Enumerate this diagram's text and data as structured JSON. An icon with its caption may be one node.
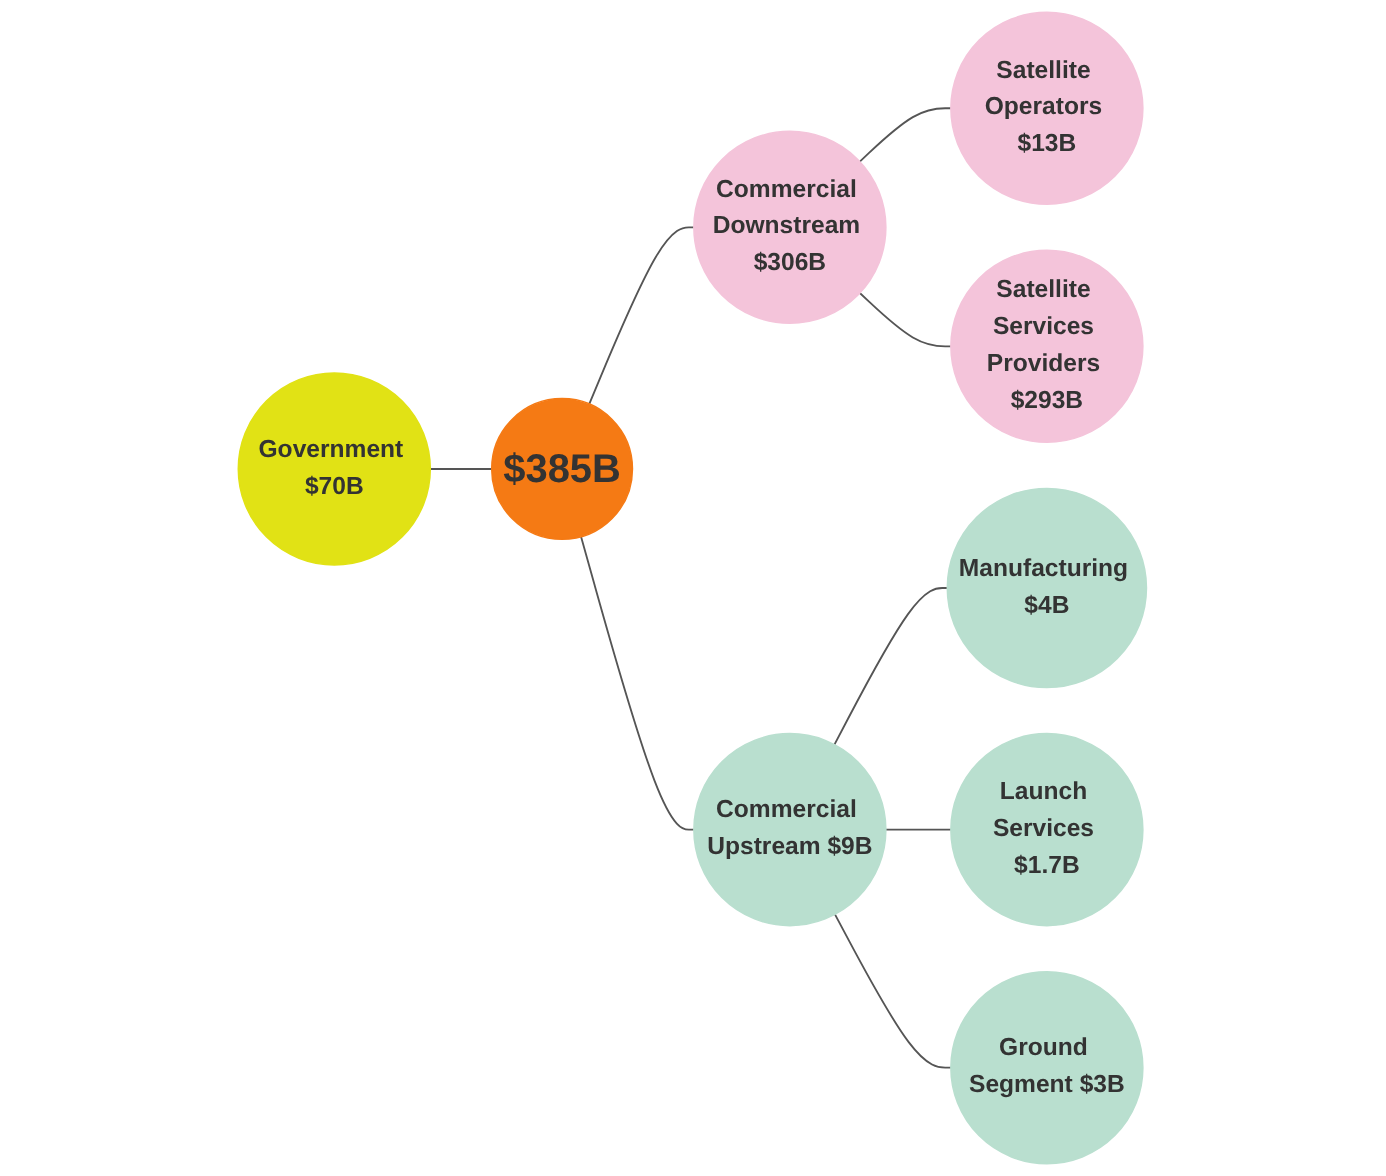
{
  "diagram": {
    "nodes": [
      {
        "text": [
          "$385B"
        ]
      },
      {
        "text": [
          "Commercial Downstream $306B"
        ]
      },
      {
        "text": [
          "Satellite Operators $13B"
        ]
      },
      {
        "text": [
          "Satellite Services Providers $293B"
        ]
      },
      {
        "text": [
          "Government $70B"
        ]
      },
      {
        "text": [
          "Commercial Upstream $9B"
        ]
      },
      {
        "text": [
          "Manufacturing $4B"
        ]
      },
      {
        "text": [
          "Launch Services $1.7B"
        ]
      },
      {
        "text": [
          "Ground Segment $3B"
        ]
      }
    ],
    "edges": [
      {
        "from": 0,
        "to": 1,
        "arrow": "none"
      },
      {
        "from": 1,
        "to": 2,
        "arrow": "none"
      },
      {
        "from": 1,
        "to": 3,
        "arrow": "none"
      },
      {
        "from": 4,
        "to": 0,
        "arrow": "none"
      },
      {
        "from": 0,
        "to": 5,
        "arrow": "none"
      },
      {
        "from": 5,
        "to": 6,
        "arrow": "none"
      },
      {
        "from": 5,
        "to": 7,
        "arrow": "none"
      },
      {
        "from": 5,
        "to": 8,
        "arrow": "none"
      }
    ]
  }
}
